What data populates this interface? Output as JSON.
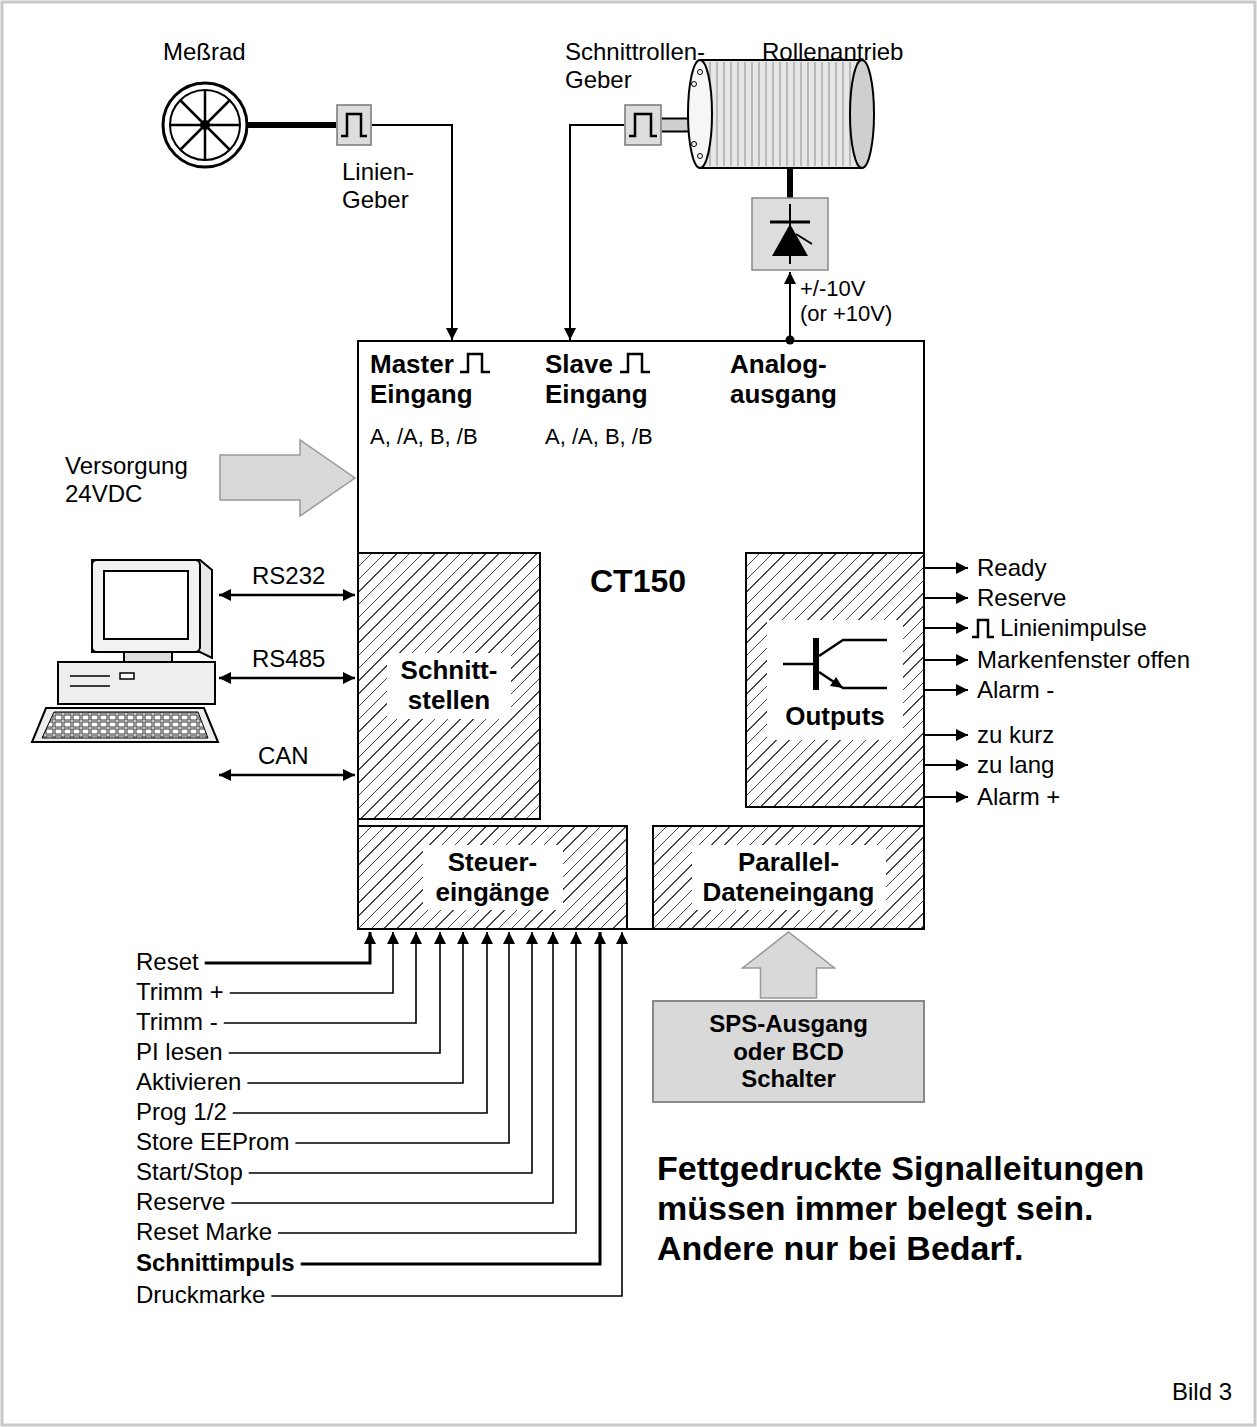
{
  "diagram": {
    "nodes": [
      {
        "text": [
          "CT150"
        ]
      },
      {
        "text": [
          "Schnitt- stellen"
        ],
        "in": 0
      },
      {
        "text": [
          "Outputs"
        ],
        "in": 0
      },
      {
        "text": [
          "Steuer- eingänge"
        ],
        "in": 0
      },
      {
        "text": [
          "Parallel- Dateneingang"
        ],
        "in": 0
      },
      {
        "text": [
          "SPS-Ausgang oder BCD Schalter"
        ]
      },
      {
        "text": [
          "Linien- Geber"
        ]
      },
      {
        "text": [
          "Schnittrollen- Geber"
        ]
      },
      {
        "text": [
          "Meßrad"
        ]
      },
      {
        "text": [
          "Rollenantrieb"
        ]
      }
    ],
    "edges": [
      {
        "from": 8,
        "to": 6,
        "arrow": "none"
      },
      {
        "from": 6,
        "to": 0,
        "arrow": "to"
      },
      {
        "from": 7,
        "to": 0,
        "arrow": "to"
      },
      {
        "from": 9,
        "to": 7,
        "arrow": "none"
      },
      {
        "from": 5,
        "to": 4,
        "arrow": "to"
      }
    ],
    "labels": [
      "Master Eingang",
      "A, /A, B, /B",
      "Slave Eingang",
      "A, /A, B, /B",
      "Analog- ausgang",
      "+/-10V (or +10V)",
      "Versorgung 24VDC",
      "RS232",
      "RS485",
      "CAN",
      "Ready",
      "Reserve",
      "Linienimpulse",
      "Markenfenster offen",
      "Alarm -",
      "zu kurz",
      "zu lang",
      "Alarm +",
      "Reset",
      "Trimm +",
      "Trimm -",
      "PI lesen",
      "Aktivieren",
      "Prog 1/2",
      "Store EEProm",
      "Start/Stop",
      "Reserve",
      "Reset Marke",
      "Schnittimpuls",
      "Druckmarke",
      "Fettgedruckte Signalleitungen müssen immer belegt sein. Andere nur bei Bedarf.",
      "Bild 3"
    ]
  }
}
